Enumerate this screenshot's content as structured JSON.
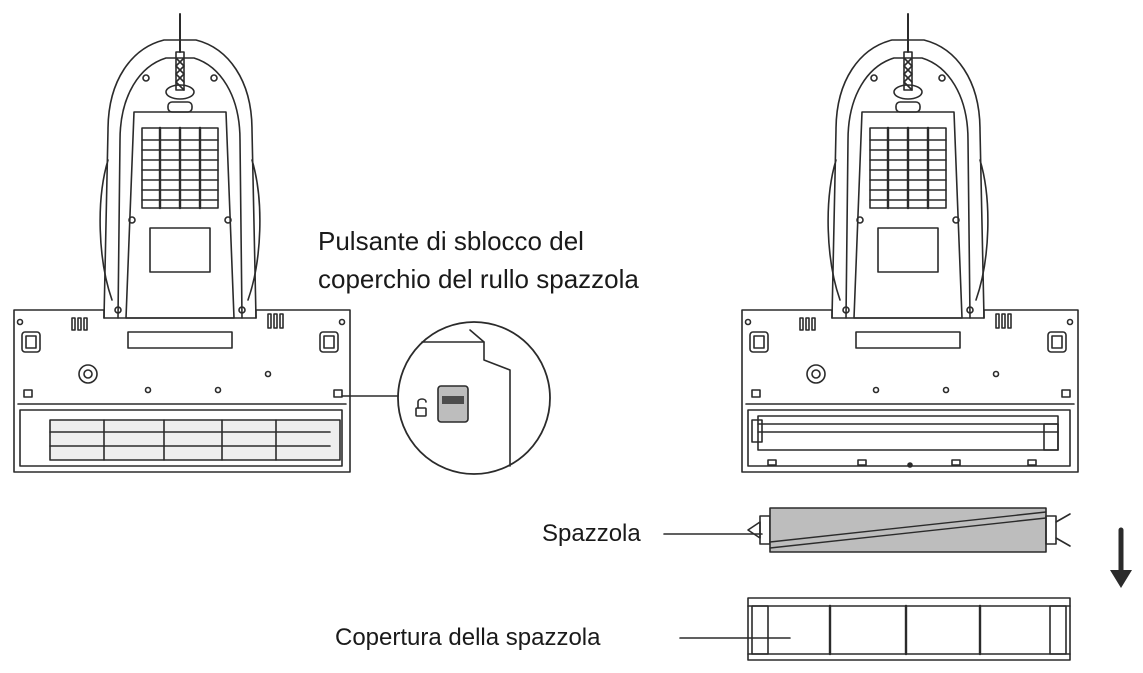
{
  "labels": {
    "release_button_line1": "Pulsante di sblocco del",
    "release_button_line2": "coperchio del rullo spazzola",
    "brush": "Spazzola",
    "brush_cover": "Copertura della spazzola"
  },
  "colors": {
    "line": "#2b2b2b",
    "fill_light": "#ffffff",
    "fill_shade": "#bdbdbd",
    "fill_dark": "#4d4d4d"
  }
}
